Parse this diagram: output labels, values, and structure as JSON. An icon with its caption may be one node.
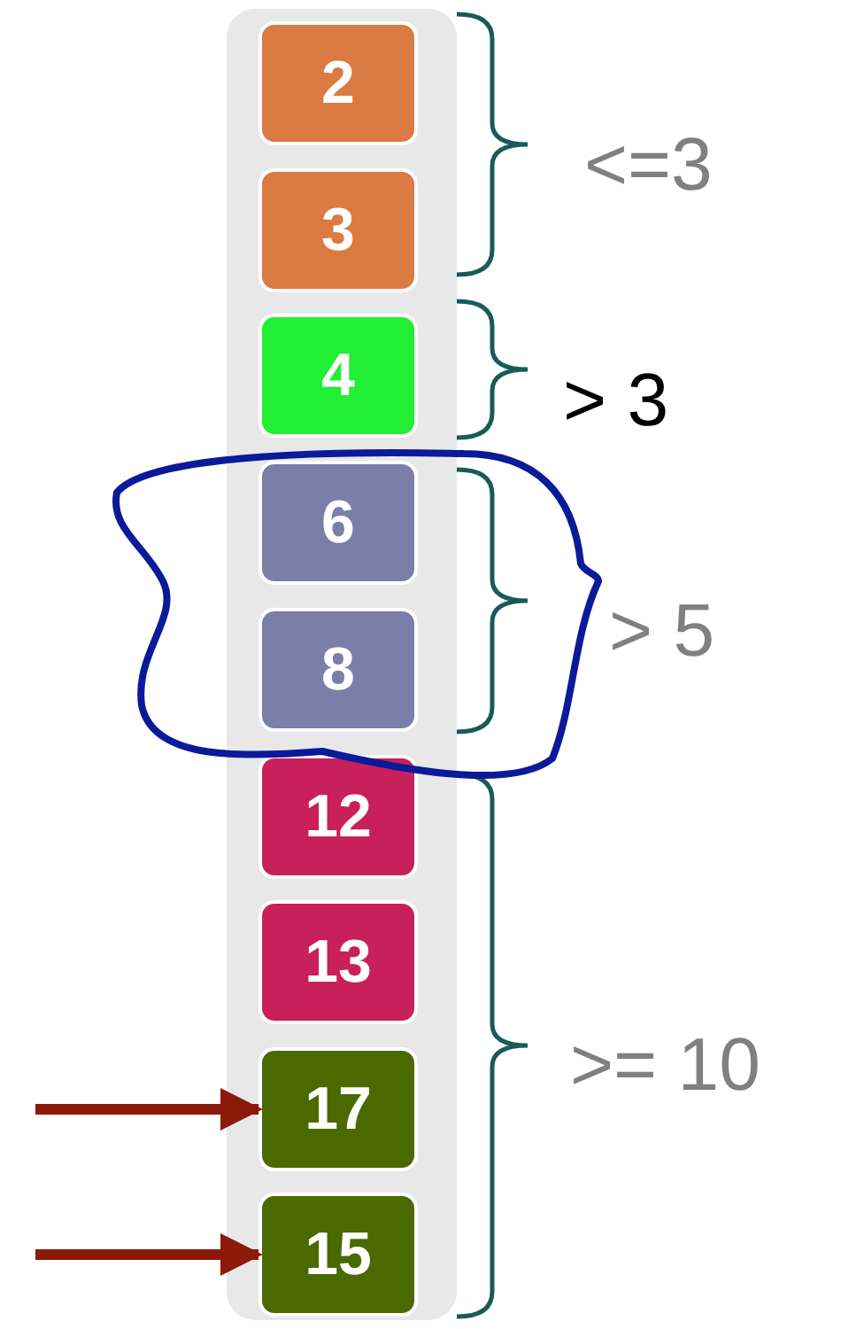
{
  "diagram": {
    "nodes": [
      {
        "text": [],
        "shape": "box"
      },
      {
        "text": [
          "2"
        ],
        "in": 0
      },
      {
        "text": [
          "3"
        ],
        "in": 0
      },
      {
        "text": [
          "4"
        ],
        "in": 0
      },
      {
        "text": [],
        "shape": "circle"
      },
      {
        "text": [
          "6"
        ]
      },
      {
        "text": [
          "8"
        ]
      },
      {
        "text": [
          "12"
        ],
        "in": 0
      },
      {
        "text": [
          "13"
        ],
        "in": 0
      },
      {
        "text": [
          "17"
        ],
        "in": 0
      },
      {
        "text": [
          "15"
        ],
        "in": 0
      }
    ],
    "edges": [
      {
        "from": null,
        "to": 9,
        "arrow": "to"
      },
      {
        "from": null,
        "to": 10,
        "arrow": "to"
      }
    ],
    "labels": [
      "<=3",
      "> 3",
      "> 5",
      ">= 10"
    ]
  }
}
